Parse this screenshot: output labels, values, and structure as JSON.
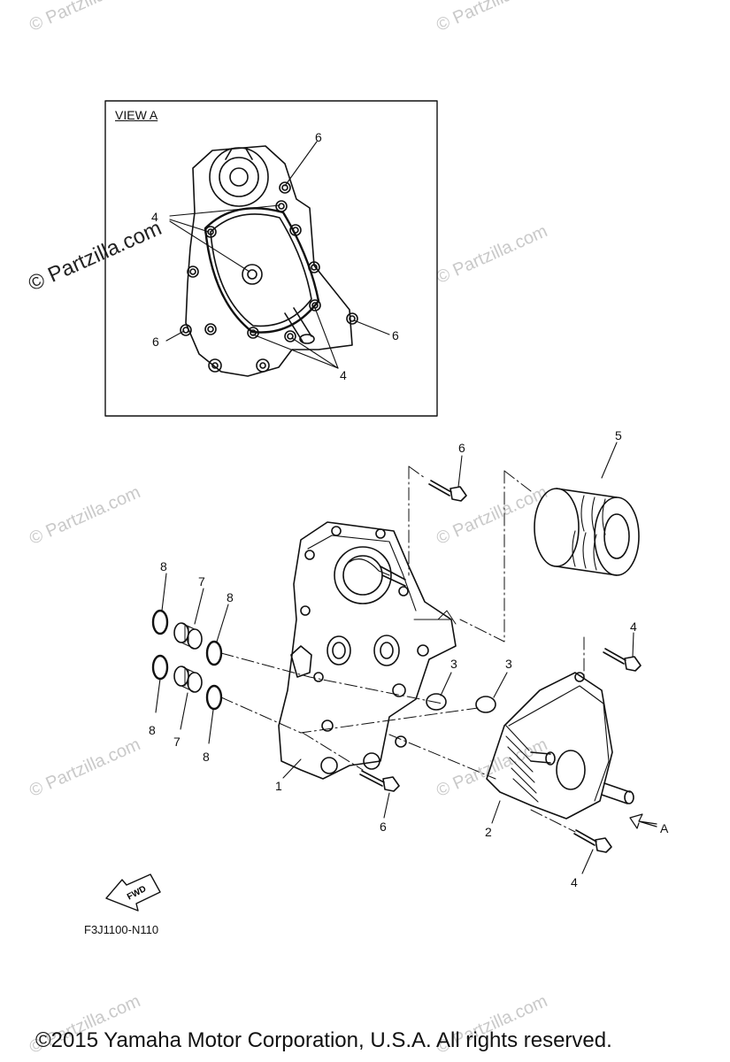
{
  "view_title": "VIEW A",
  "view_arrow_label": "A",
  "fwd_label": "FWD",
  "diagram_code": "F3J1100-N110",
  "copyright": "©2015  Yamaha Motor Corporation, U.S.A. All rights reserved.",
  "watermark": "© Partzilla.com",
  "callouts": {
    "p1": "1",
    "p2": "2",
    "p3a": "3",
    "p3b": "3",
    "p4_top": "4",
    "p4_bottom": "4",
    "p4_view_upper": "4",
    "p4_view_lower": "4",
    "p5": "5",
    "p6_top": "6",
    "p6_mid": "6",
    "p6_view_top": "6",
    "p6_view_left": "6",
    "p6_view_right": "6",
    "p7_upper": "7",
    "p7_lower": "7",
    "p8_ul": "8",
    "p8_ur": "8",
    "p8_ll": "8",
    "p8_lr": "8"
  }
}
